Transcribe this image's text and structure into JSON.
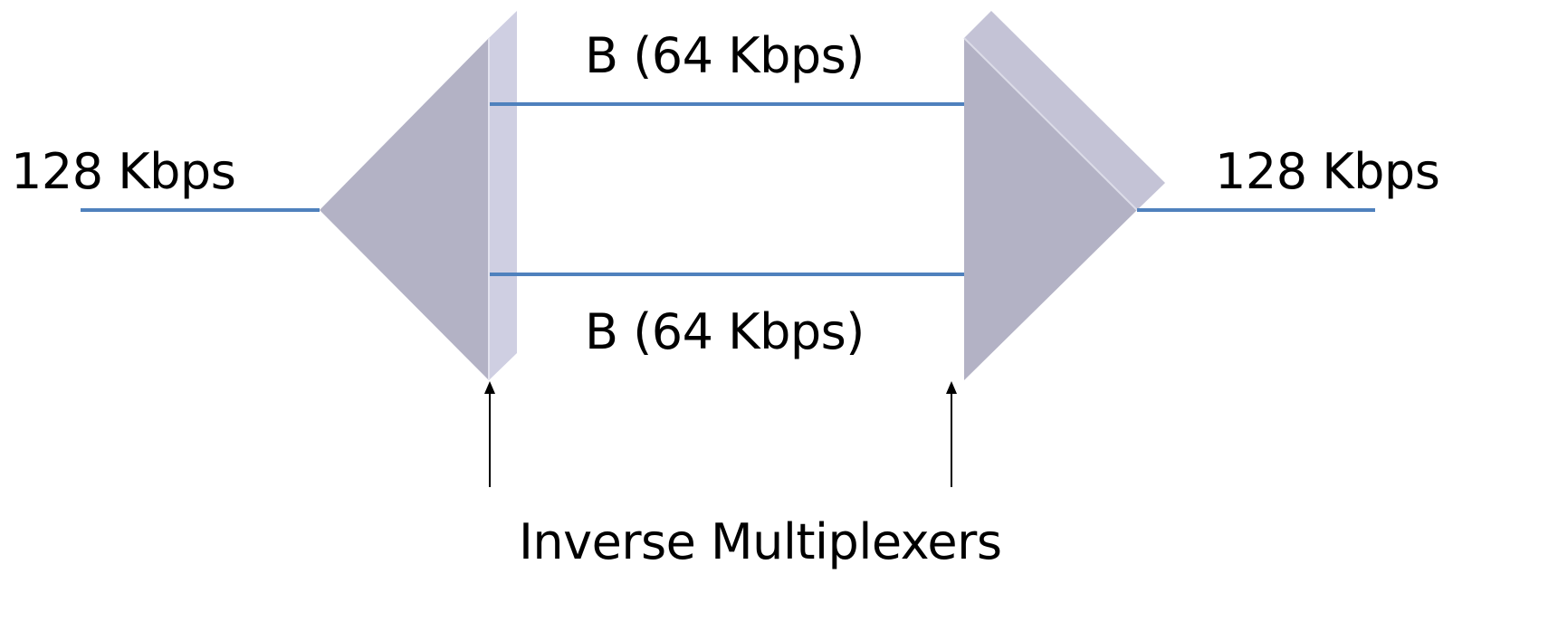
{
  "labels": {
    "left_rate": "128 Kbps",
    "right_rate": "128 Kbps",
    "top_channel": "B (64 Kbps)",
    "bottom_channel": "B (64 Kbps)",
    "caption": "Inverse Multiplexers"
  },
  "colors": {
    "line": "#4f81bd",
    "mux_face": "#b3b2c5",
    "mux_bevel": "#cfcfe2",
    "mux_edge": "#c4c3d6",
    "arrow": "#000000",
    "text": "#000000"
  }
}
